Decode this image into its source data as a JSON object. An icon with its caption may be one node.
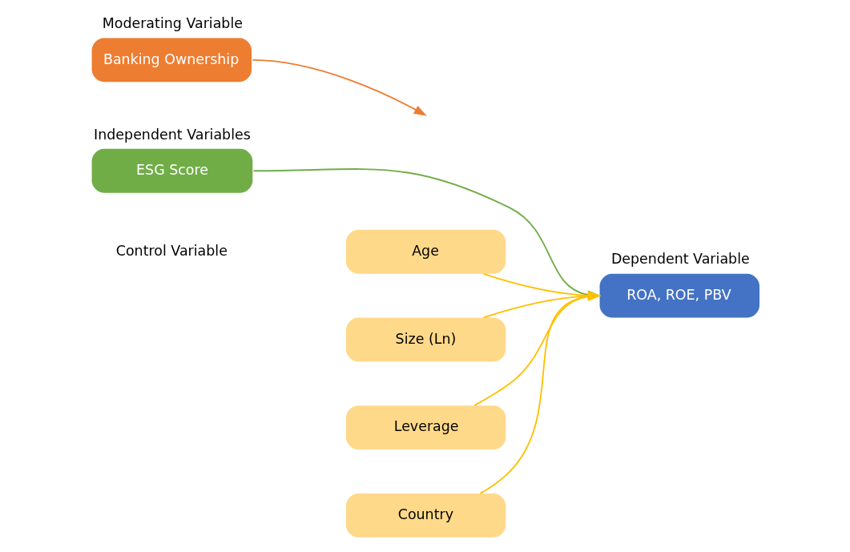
{
  "diagram": {
    "nodes": [
      {
        "text": [
          "Banking Ownership"
        ],
        "beside": [
          "Moderating Variable"
        ]
      },
      {
        "text": [
          "ESG Score"
        ],
        "beside": [
          "Independent Variables"
        ]
      },
      {
        "text": [
          "ROA, ROE, PBV"
        ],
        "beside": [
          "Dependent Variable"
        ]
      },
      {
        "text": [
          "Age"
        ]
      },
      {
        "text": [
          "Size (Ln)"
        ]
      },
      {
        "text": [
          "Leverage"
        ]
      },
      {
        "text": [
          "Country"
        ]
      }
    ],
    "edges": [
      {
        "from": 1,
        "to": 2,
        "arrow": "to",
        "color": "#70ad47"
      },
      {
        "from": 0,
        "to": null,
        "arrow": "to",
        "color": "#ed7d31"
      },
      {
        "from": 3,
        "to": 2,
        "arrow": "to"
      },
      {
        "from": 4,
        "to": 2,
        "arrow": "to"
      },
      {
        "from": 5,
        "to": 2,
        "arrow": "to"
      },
      {
        "from": 6,
        "to": 2,
        "arrow": "to"
      }
    ],
    "labels": [
      "Control Variable"
    ]
  }
}
